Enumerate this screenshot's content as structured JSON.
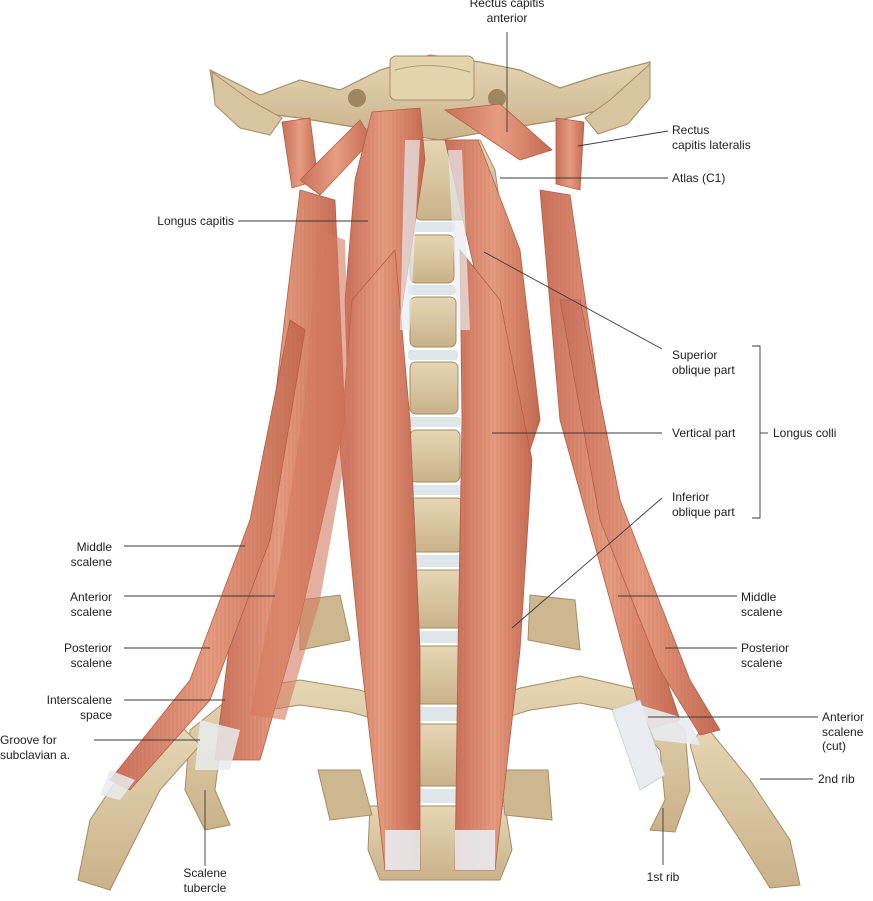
{
  "labels": {
    "rectus_capitis_anterior": "Rectus capitis\nanterior",
    "rectus_capitis_lateralis": "Rectus\ncapitis lateralis",
    "atlas": "Atlas (C1)",
    "longus_capitis": "Longus capitis",
    "superior_oblique": "Superior\noblique part",
    "vertical_part": "Vertical part",
    "longus_colli": "Longus colli",
    "inferior_oblique": "Inferior\noblique part",
    "middle_scalene_left": "Middle\nscalene",
    "anterior_scalene_left": "Anterior\nscalene",
    "posterior_scalene_left": "Posterior\nscalene",
    "interscalene_space": "Interscalene\nspace",
    "groove_subclavian": "Groove for\nsubclavian a.",
    "scalene_tubercle": "Scalene\ntubercle",
    "middle_scalene_right": "Middle\nscalene",
    "posterior_scalene_right": "Posterior\nscalene",
    "anterior_scalene_cut": "Anterior\nscalene\n(cut)",
    "second_rib": "2nd rib",
    "first_rib": "1st rib"
  },
  "colors": {
    "bone": "#d9c7a3",
    "bone_shadow": "#b79f78",
    "muscle": "#d98a6e",
    "muscle_dark": "#c06a50",
    "tendon": "#e8ebef",
    "disc": "#dfe6ea",
    "leader": "#3a3a3a"
  }
}
